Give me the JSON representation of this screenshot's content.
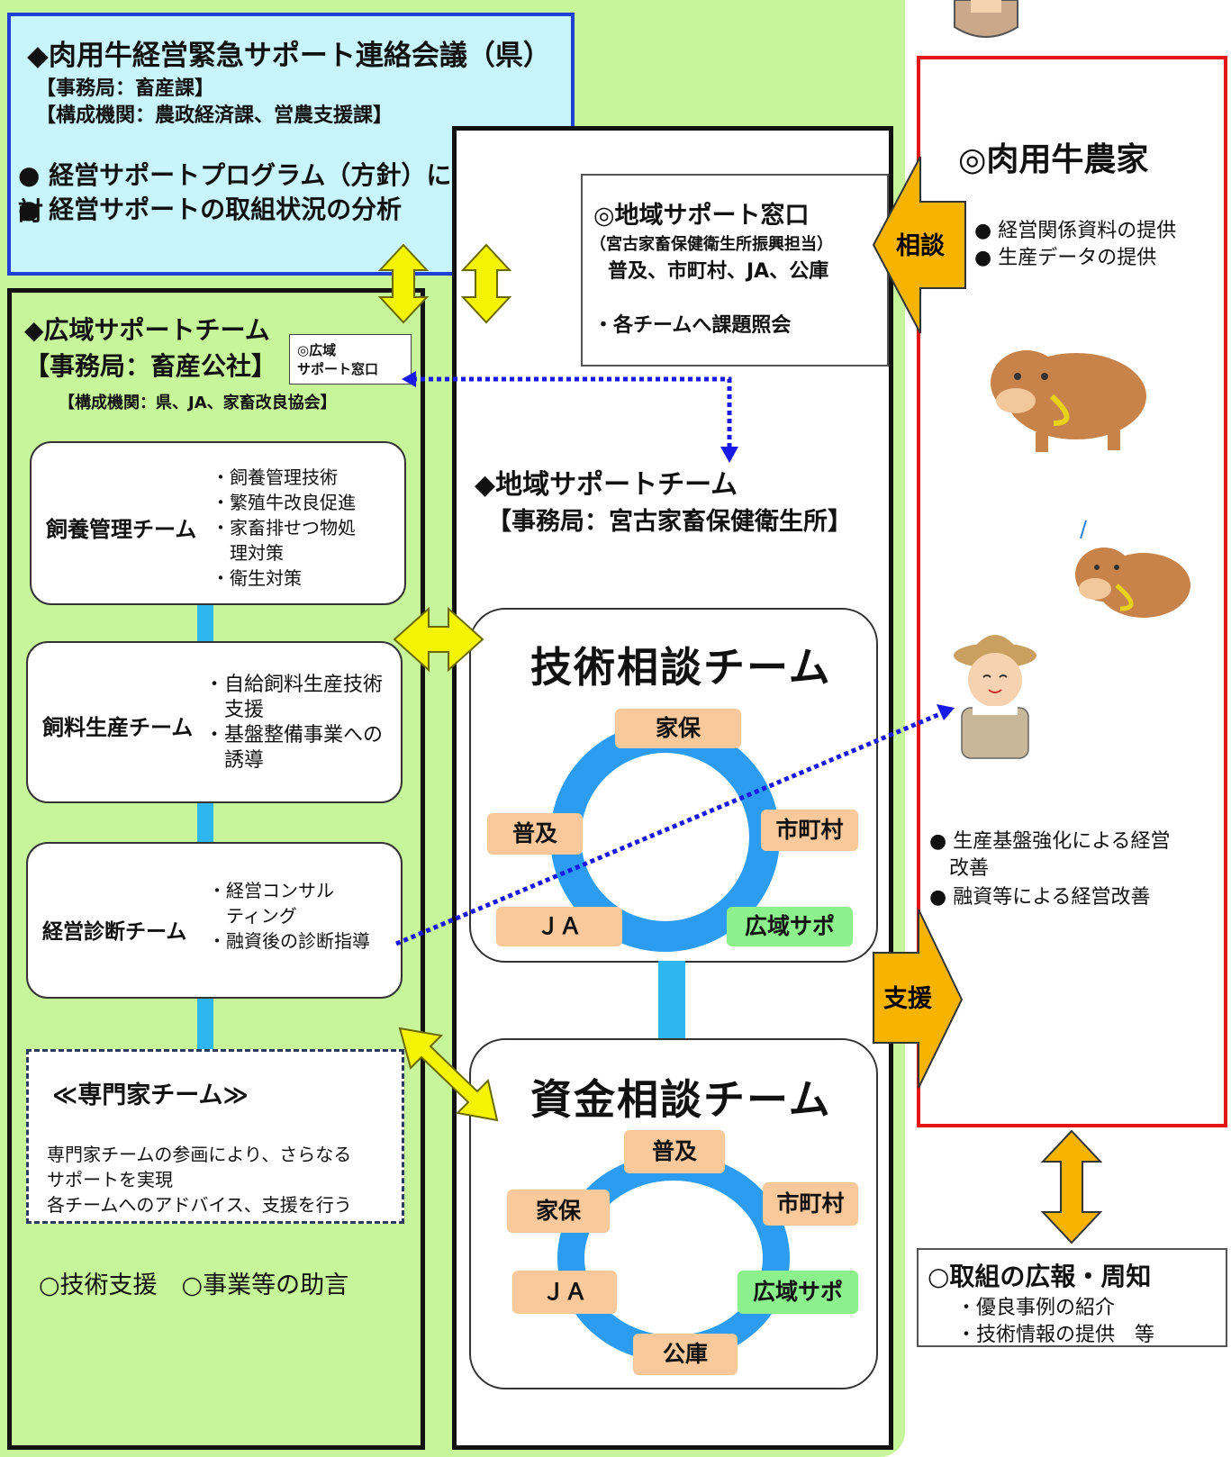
{
  "council": {
    "title": "◆肉用牛経営緊急サポート連絡会議（県）",
    "office": "【事務局：畜産課】",
    "members": "【構成機関：農政経済課、営農支援課】",
    "bullets": [
      "●  経営サポートプログラム（方針）について検討",
      "●  経営サポートの取組状況の分析"
    ]
  },
  "koiki": {
    "title": "◆広域サポートチーム",
    "office": "【事務局：畜産公社】",
    "window_line1": "◎広域",
    "window_line2": "サポート窓口",
    "members": "【構成機関：県、JA、家畜改良協会】",
    "teams": [
      {
        "name": "飼養管理チーム",
        "items": [
          "・飼養管理技術",
          "・繁殖牛改良促進",
          "・家畜排せつ物処",
          "　理対策",
          "・衛生対策"
        ]
      },
      {
        "name": "飼料生産チーム",
        "items": [
          "・自給飼料生産技術",
          "　支援",
          "・基盤整備事業への",
          "　誘導"
        ]
      },
      {
        "name": "経営診断チーム",
        "items": [
          "・経営コンサル",
          "　ティング",
          "・融資後の診断指導"
        ]
      }
    ],
    "expert": {
      "title": "≪専門家チーム≫",
      "lines": [
        "専門家チームの参画により、さらなる",
        "サポートを実現",
        "各チームへのアドバイス、支援を行う"
      ]
    },
    "footer": "○技術支援　○事業等の助言"
  },
  "chiiki": {
    "window": {
      "title": "◎地域サポート窓口",
      "sub": "（宮古家畜保健衛生所振興担当）",
      "members": "普及、市町村、JA、公庫",
      "note": "・各チームへ課題照会"
    },
    "title": "◆地域サポートチーム",
    "office": "【事務局：宮古家畜保健衛生所】",
    "tech": {
      "title": "技術相談チーム",
      "members": [
        "家保",
        "普及",
        "市町村",
        "ＪＡ",
        "広域サポ"
      ]
    },
    "fund": {
      "title": "資金相談チーム",
      "members": [
        "普及",
        "家保",
        "市町村",
        "ＪＡ",
        "広域サポ",
        "公庫"
      ]
    }
  },
  "farmer": {
    "title": "◎肉用牛農家",
    "provides": [
      "●  経営関係資料の提供",
      "●  生産データの提供"
    ],
    "results": [
      "●  生産基盤強化による経営",
      "　改善",
      "●  融資等による経営改善"
    ]
  },
  "arrows": {
    "consult": "相談",
    "support": "支援"
  },
  "pr": {
    "title": "○取組の広報・周知",
    "items": [
      "・優良事例の紹介",
      "・技術情報の提供　等"
    ]
  },
  "colors": {
    "green": "#c6f59a",
    "council_bg": "#c8f4fb",
    "council_border": "#1f3fd6",
    "farmer_border": "#e51515",
    "orange_arrow": "#f6b400",
    "yellow_arrow": "#f4f400",
    "ring": "#2b9cf0",
    "dotted": "#1a1ae6"
  },
  "icons": [
    "cow-icon",
    "farmer-icon"
  ]
}
